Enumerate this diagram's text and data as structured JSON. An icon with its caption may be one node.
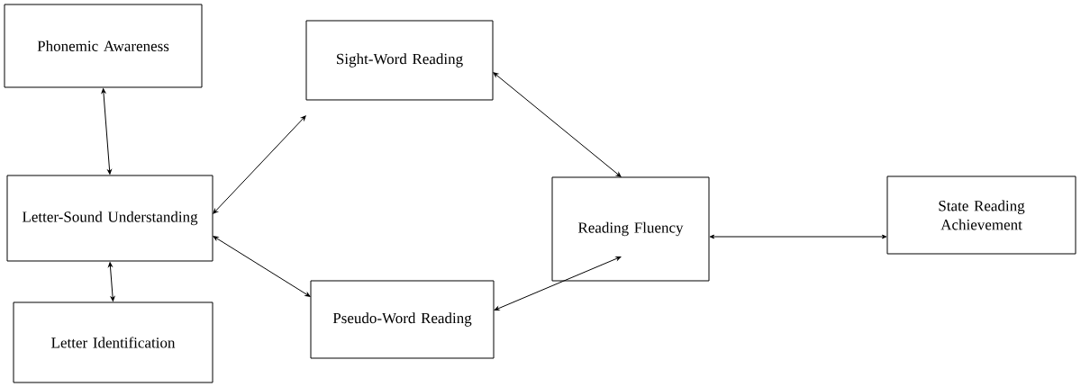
{
  "diagram": {
    "nodes": [
      {
        "text": [
          "Phonemic Awareness"
        ]
      },
      {
        "text": [
          "Letter-Sound Understanding"
        ]
      },
      {
        "text": [
          "Letter Identification"
        ]
      },
      {
        "text": [
          "Sight-Word Reading"
        ]
      },
      {
        "text": [
          "Pseudo-Word Reading"
        ]
      },
      {
        "text": [
          "Reading Fluency"
        ]
      },
      {
        "text": [
          "State Reading Achievement"
        ]
      }
    ],
    "edges": [
      {
        "from": 0,
        "to": 1,
        "arrow": "both"
      },
      {
        "from": 1,
        "to": 2,
        "arrow": "both"
      },
      {
        "from": 1,
        "to": 3,
        "arrow": "both"
      },
      {
        "from": 1,
        "to": 4,
        "arrow": "both"
      },
      {
        "from": 3,
        "to": 5,
        "arrow": "both"
      },
      {
        "from": 4,
        "to": 5,
        "arrow": "both"
      },
      {
        "from": 5,
        "to": 6,
        "arrow": "both"
      }
    ]
  }
}
